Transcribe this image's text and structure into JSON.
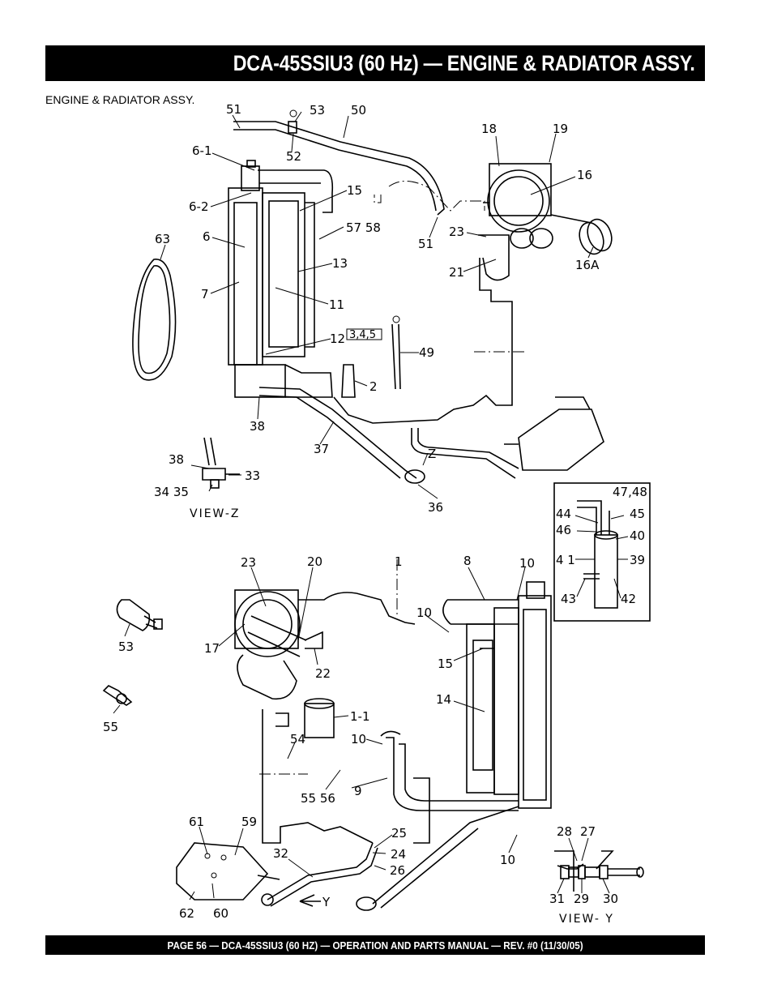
{
  "header": {
    "title": "DCA-45SSIU3 (60 Hz) — ENGINE & RADIATOR ASSY."
  },
  "section": {
    "subtitle": "ENGINE & RADIATOR ASSY."
  },
  "footer": {
    "text": "PAGE 56 — DCA-45SSIU3 (60 HZ) — OPERATION AND PARTS MANUAL — REV. #0 (11/30/05)"
  },
  "views": {
    "view_z": "VIEW-Z",
    "view_y": "VIEW- Y",
    "arrow_z": "Z",
    "arrow_y": "Y"
  },
  "callouts": {
    "upper": [
      "51",
      "53",
      "50",
      "52",
      "6-1",
      "18",
      "19",
      "16",
      "15",
      "6-2",
      "57 58",
      "23",
      "63",
      "6",
      "51",
      "16A",
      "13",
      "21",
      "7",
      "11",
      "12",
      "3,4,5",
      "49",
      "2",
      "38",
      "37",
      "Z",
      "36"
    ],
    "view_z": [
      "38",
      "33",
      "34 35"
    ],
    "inset": [
      "47,48",
      "44",
      "45",
      "46",
      "40",
      "4 1",
      "39",
      "43",
      "42"
    ],
    "lower": [
      "23",
      "20",
      "1",
      "8",
      "10",
      "10",
      "53",
      "17",
      "22",
      "15",
      "14",
      "55",
      "1-1",
      "54",
      "10",
      "9",
      "55 56",
      "61",
      "59",
      "25",
      "24",
      "26",
      "32",
      "10",
      "62",
      "60"
    ],
    "view_y": [
      "28",
      "27",
      "31",
      "29",
      "30"
    ]
  }
}
